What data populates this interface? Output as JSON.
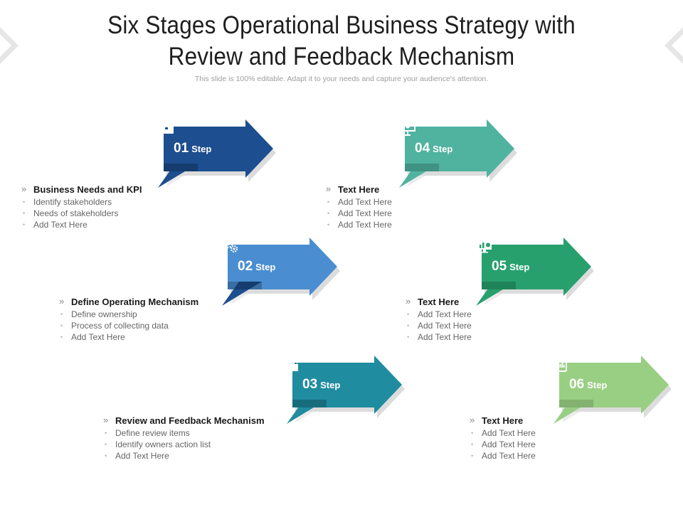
{
  "title": {
    "line1": "Six Stages Operational Business Strategy with",
    "line2": "Review and Feedback Mechanism"
  },
  "subtitle": "This slide is 100% editable. Adapt it to your needs and capture your audience's attention.",
  "colors": {
    "step01": "#1d4e8f",
    "step02": "#4a8ed1",
    "step03": "#1f8ca0",
    "step04": "#4fb3a0",
    "step05": "#27a06e",
    "step06": "#98cf83"
  },
  "steps": [
    {
      "number": "01",
      "word": "Step",
      "icon": "briefcase-icon",
      "heading": "Business Needs and KPI",
      "items": [
        "Identify stakeholders",
        "Needs of stakeholders",
        "Add Text Here"
      ]
    },
    {
      "number": "02",
      "word": "Step",
      "icon": "gears-icon",
      "heading": "Define Operating Mechanism",
      "items": [
        "Define ownership",
        "Process of collecting data",
        "Add Text Here"
      ]
    },
    {
      "number": "03",
      "word": "Step",
      "icon": "thumbs-up-chat-icon",
      "heading": "Review and Feedback Mechanism",
      "items": [
        "Define review items",
        "Identify owners action list",
        "Add Text Here"
      ]
    },
    {
      "number": "04",
      "word": "Step",
      "icon": "presentation-board-icon",
      "heading": "Text Here",
      "items": [
        "Add Text Here",
        "Add Text Here",
        "Add Text Here"
      ]
    },
    {
      "number": "05",
      "word": "Step",
      "icon": "monitor-chart-icon",
      "heading": "Text Here",
      "items": [
        "Add Text Here",
        "Add Text Here",
        "Add Text Here"
      ]
    },
    {
      "number": "06",
      "word": "Step",
      "icon": "mobile-chart-icon",
      "heading": "Text Here",
      "items": [
        "Add Text Here",
        "Add Text Here",
        "Add Text Here"
      ]
    }
  ]
}
